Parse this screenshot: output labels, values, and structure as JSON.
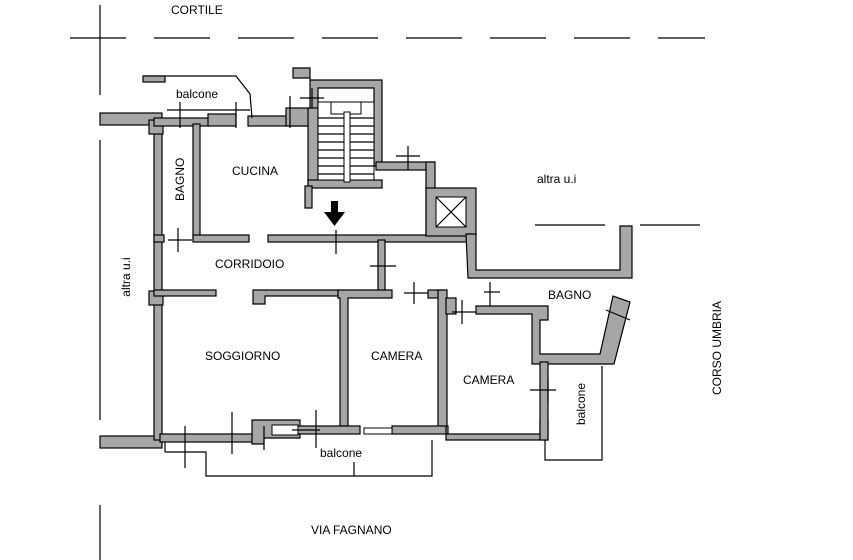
{
  "labels": {
    "cortile": "CORTILE",
    "balcone_top": "balcone",
    "cucina": "CUCINA",
    "bagno_left": "BAGNO",
    "altra_ui_right": "altra u.i",
    "altra_ui_left": "altra u.i",
    "corridoio": "CORRIDOIO",
    "bagno_right": "BAGNO",
    "corso_umbria": "CORSO UMBRIA",
    "soggiorno": "SOGGIORNO",
    "camera_center": "CAMERA",
    "camera_right": "CAMERA",
    "balcone_right": "balcone",
    "balcone_bottom": "balcone",
    "via_fagnano": "VIA FAGNANO"
  },
  "colors": {
    "wall_fill": "#a6a6a6",
    "line": "#000000",
    "background": "#ffffff"
  },
  "icons": {
    "entrance": "down-arrow-icon",
    "elevator": "elevator-shaft-icon",
    "stairs": "staircase-icon"
  }
}
